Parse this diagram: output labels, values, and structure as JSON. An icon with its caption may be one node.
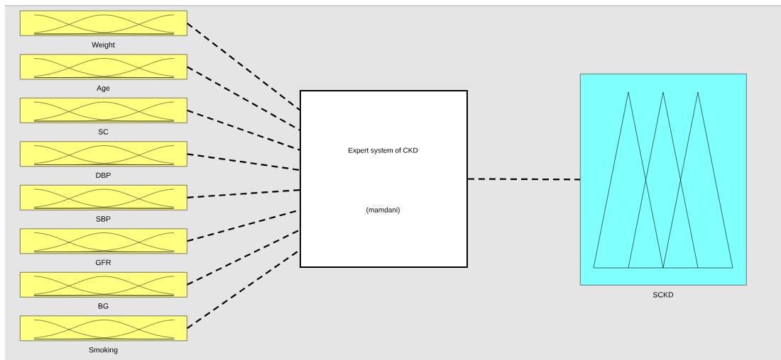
{
  "diagram": {
    "nodes": [
      {
        "text": [
          "Weight"
        ]
      },
      {
        "text": [
          "Age"
        ]
      },
      {
        "text": [
          "SC"
        ]
      },
      {
        "text": [
          "DBP"
        ]
      },
      {
        "text": [
          "SBP"
        ]
      },
      {
        "text": [
          "GFR"
        ]
      },
      {
        "text": [
          "BG"
        ]
      },
      {
        "text": [
          "Smoking"
        ]
      },
      {
        "text": [
          "Expert system of CKD",
          "(mamdani)"
        ]
      },
      {
        "text": [
          "SCKD"
        ]
      }
    ],
    "edges": [
      {
        "from": 0,
        "to": 8,
        "arrow": "none",
        "style": "dashed"
      },
      {
        "from": 1,
        "to": 8,
        "arrow": "none",
        "style": "dashed"
      },
      {
        "from": 2,
        "to": 8,
        "arrow": "none",
        "style": "dashed"
      },
      {
        "from": 3,
        "to": 8,
        "arrow": "none",
        "style": "dashed"
      },
      {
        "from": 4,
        "to": 8,
        "arrow": "none",
        "style": "dashed"
      },
      {
        "from": 5,
        "to": 8,
        "arrow": "none",
        "style": "dashed"
      },
      {
        "from": 6,
        "to": 8,
        "arrow": "none",
        "style": "dashed"
      },
      {
        "from": 7,
        "to": 8,
        "arrow": "none",
        "style": "dashed"
      },
      {
        "from": 8,
        "to": 9,
        "arrow": "none",
        "style": "dashed"
      }
    ]
  }
}
